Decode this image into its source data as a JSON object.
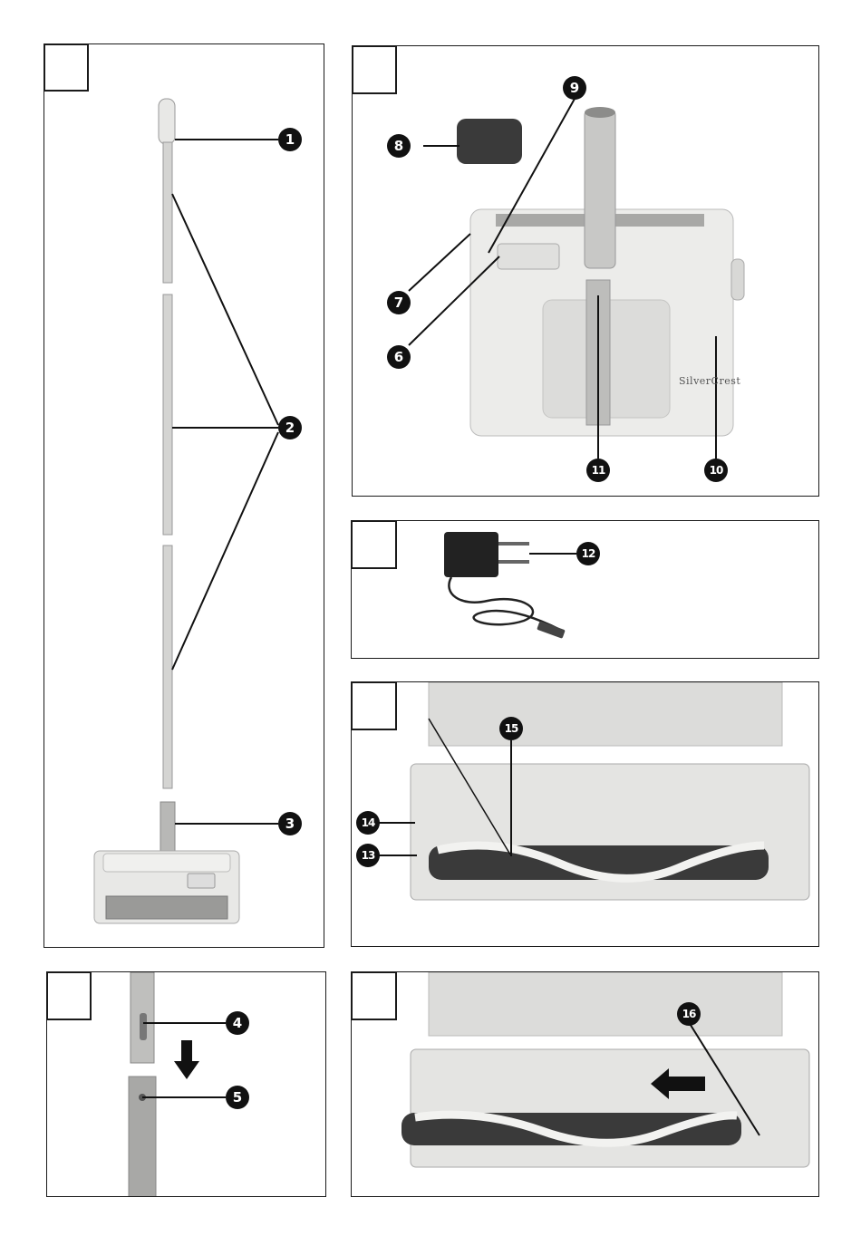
{
  "callouts": {
    "c1": "1",
    "c2": "2",
    "c3": "3",
    "c4": "4",
    "c5": "5",
    "c6": "6",
    "c7": "7",
    "c8": "8",
    "c9": "9",
    "c10": "10",
    "c11": "11",
    "c12": "12",
    "c13": "13",
    "c14": "14",
    "c15": "15",
    "c16": "16"
  },
  "brand_label": "SilverCrest",
  "colors": {
    "ink": "#111111",
    "device": "#e6e6e4",
    "device_shadow": "#c9c9c6",
    "pole": "#cfcfcd",
    "dark_part": "#3a3a3a"
  }
}
